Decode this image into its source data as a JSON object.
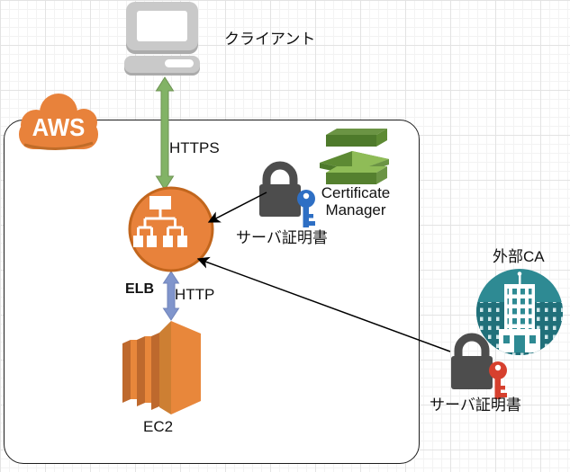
{
  "diagram": {
    "nodes": {
      "client": {
        "label": "クライアント",
        "icon": "laptop-icon"
      },
      "aws_cloud": {
        "label": "AWS",
        "icon": "aws-cloud-icon"
      },
      "elb": {
        "label": "ELB",
        "icon": "elb-icon"
      },
      "ec2": {
        "label": "EC2",
        "icon": "ec2-icon"
      },
      "cert_manager": {
        "label": "Certificate Manager",
        "icon": "certificate-manager-icon"
      },
      "acm_cert": {
        "label": "サーバ証明書",
        "icon": "padlock-blue-key-icon"
      },
      "external_ca": {
        "label": "外部CA",
        "icon": "office-building-icon"
      },
      "external_cert": {
        "label": "サーバ証明書",
        "icon": "padlock-red-key-icon"
      }
    },
    "edges": {
      "https": {
        "label": "HTTPS",
        "style": "green-double-arrow"
      },
      "http": {
        "label": "HTTP",
        "style": "blue-double-arrow"
      },
      "acm_to_elb": {
        "label": "",
        "style": "black-thin-arrow"
      },
      "external_to_elb": {
        "label": "",
        "style": "black-thin-arrow"
      }
    },
    "colors": {
      "aws_orange": "#E8823B",
      "aws_orange_dark": "#BE692D",
      "green_arrow": "#82B366",
      "blue_arrow": "#8095CC",
      "acm_green_dark": "#4E7A2B",
      "acm_green_light": "#8FBC57",
      "ca_teal": "#2E8A93",
      "padlock_gray": "#4D4D4D",
      "key_blue": "#2E6FC4",
      "key_red": "#D6402E",
      "laptop_gray": "#C9C9C9"
    }
  }
}
